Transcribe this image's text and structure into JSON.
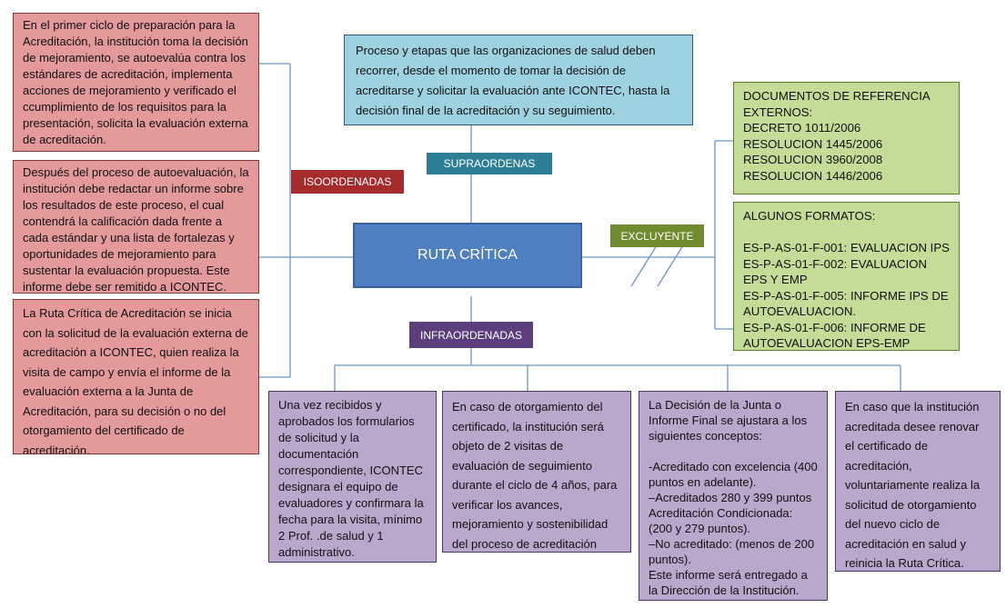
{
  "center": "RUTA CRÍTICA",
  "tags": {
    "supra": "SUPRAORDENAS",
    "iso": "ISOORDENADAS",
    "infra": "INFRAORDENADAS",
    "excl": "EXCLUYENTE"
  },
  "colors": {
    "center": "#4f7fc1",
    "supra_tag": "#2e7f95",
    "iso_tag": "#a42c2e",
    "infra_tag": "#5b3f7d",
    "excl_tag": "#6f8c2e",
    "connector": "#6a95c8"
  },
  "top_box": "Proceso y etapas que las organizaciones de salud deben recorrer, desde el momento de tomar la decisión de acreditarse y solicitar la evaluación ante ICONTEC, hasta la decisión final de la acreditación y su seguimiento.",
  "left_boxes": [
    "En el primer ciclo  de preparación para la Acreditación, la institución toma la decisión de mejoramiento, se autoevalúa contra los estándares de acreditación, implementa acciones de mejoramiento y verificado el ccumplimiento de los requisitos para la presentación, solicita la evaluación externa de acreditación.",
    "Después del proceso de autoevaluación, la institución debe redactar un informe sobre los resultados de este proceso, el cual contendrá la calificación dada frente a cada estándar y una lista de fortalezas y oportunidades de mejoramiento para sustentar la evaluación propuesta. Este informe debe ser remitido a ICONTEC.",
    "La Ruta Crítica de Acreditación se inicia con la solicitud de la evaluación externa de acreditación a ICONTEC, quien realiza la visita de campo y envía el informe de la evaluación externa a la Junta de Acreditación, para su decisión o no del otorgamiento del certificado de acreditación."
  ],
  "right_boxes": [
    "DOCUMENTOS DE REFERENCIA EXTERNOS:\nDECRETO 1011/2006\nRESOLUCION 1445/2006\nRESOLUCION 3960/2008\nRESOLUCION 1446/2006",
    "ALGUNOS FORMATOS:\n\nES-P-AS-01-F-001: EVALUACION IPS ES-P-AS-01-F-002: EVALUACION EPS Y EMP\nES-P-AS-01-F-005: INFORME IPS DE AUTOEVALUACION.\nES-P-AS-01-F-006: INFORME DE AUTOEVALUACION EPS-EMP"
  ],
  "bottom_boxes": [
    "Una vez recibidos y aprobados los formularios de solicitud y la documentación correspondiente, ICONTEC designara el equipo de evaluadores y confirmara la fecha para la visita, mínimo 2 Prof. .de salud y 1 administrativo.",
    "En caso de otorgamiento del certificado, la institución será objeto de 2 visitas de evaluación de seguimiento durante el ciclo de 4 años, para verificar los avances, mejoramiento y sostenibilidad del proceso de acreditación",
    "La Decisión de la Junta o Informe Final se ajustara a los siguientes conceptos:\n\n-Acreditado con excelencia (400 puntos en adelante).\n–Acreditados 280 y 399 puntos Acreditación Condicionada:\n(200 y 279 puntos).\n–No acreditado: (menos de 200 puntos).\nEste informe será entregado a la Dirección de la Institución.",
    "En caso que la institución acreditada desee renovar el certificado de acreditación, voluntariamente realiza la solicitud de otorgamiento del nuevo ciclo de acreditación en salud y reinicia la Ruta Crítica."
  ]
}
